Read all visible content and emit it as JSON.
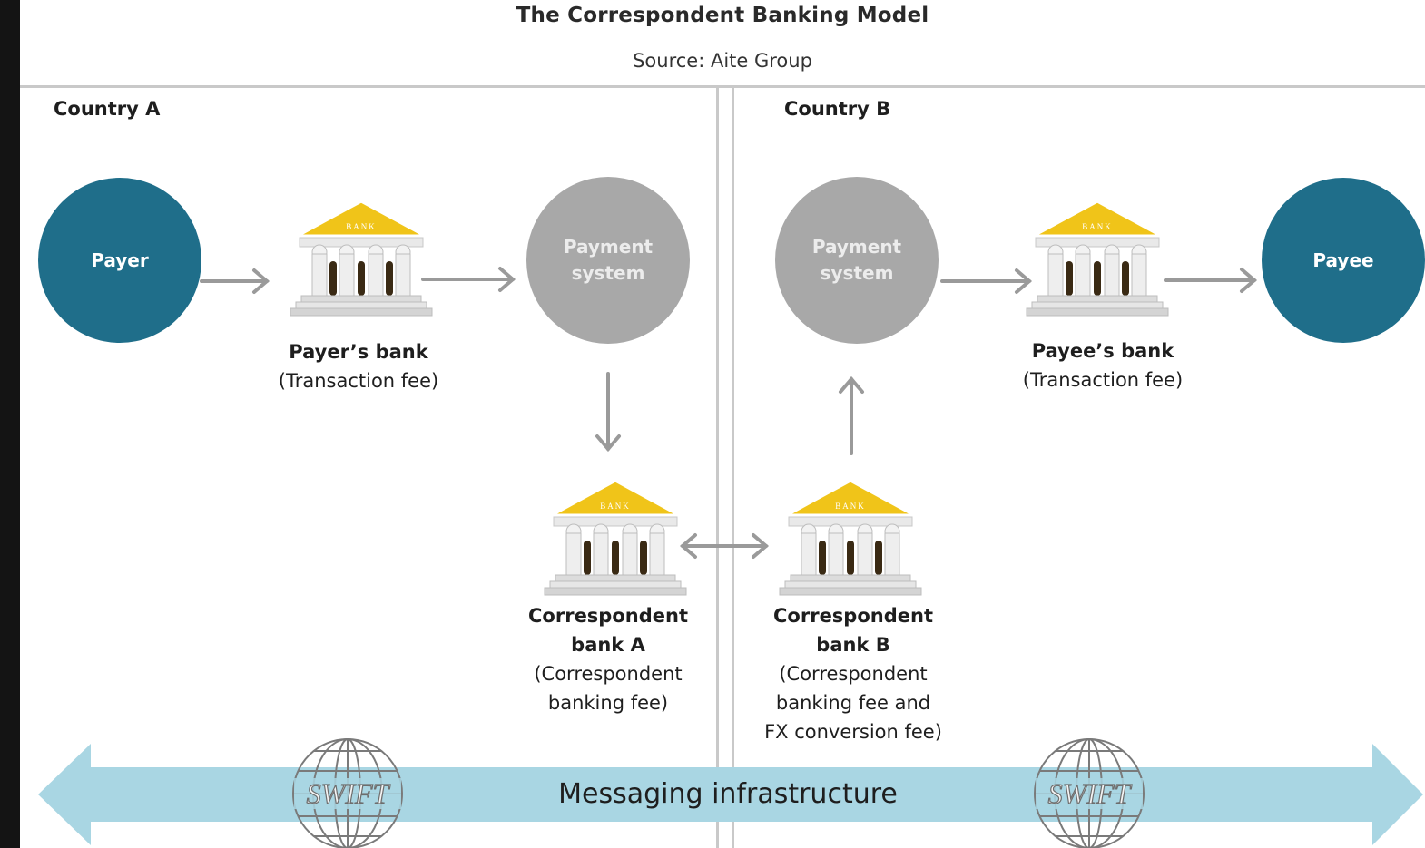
{
  "title": "The Correspondent Banking Model",
  "source": "Source: Aite Group",
  "countries": {
    "a": "Country A",
    "b": "Country B"
  },
  "payer": "Payer",
  "payee": "Payee",
  "payment_system_a": {
    "line1": "Payment",
    "line2": "system"
  },
  "payment_system_b": {
    "line1": "Payment",
    "line2": "system"
  },
  "payers_bank": {
    "name": "Payer’s bank",
    "fee": "(Transaction fee)"
  },
  "payees_bank": {
    "name": "Payee’s bank",
    "fee": "(Transaction fee)"
  },
  "correspondent_a": {
    "name1": "Correspondent",
    "name2": "bank A",
    "fee1": "(Correspondent",
    "fee2": "banking fee)"
  },
  "correspondent_b": {
    "name1": "Correspondent",
    "name2": "bank B",
    "fee1": "(Correspondent",
    "fee2": "banking fee and",
    "fee3": "FX conversion fee)"
  },
  "bank_sign": "BANK",
  "swift_logo": "SWIFT",
  "messaging": "Messaging infrastructure",
  "colors": {
    "party": "#1f6e8a",
    "system": "#a8a8a8",
    "band": "#a9d6e3",
    "arrow": "#9a9a9a",
    "roof": "#f0c419"
  }
}
